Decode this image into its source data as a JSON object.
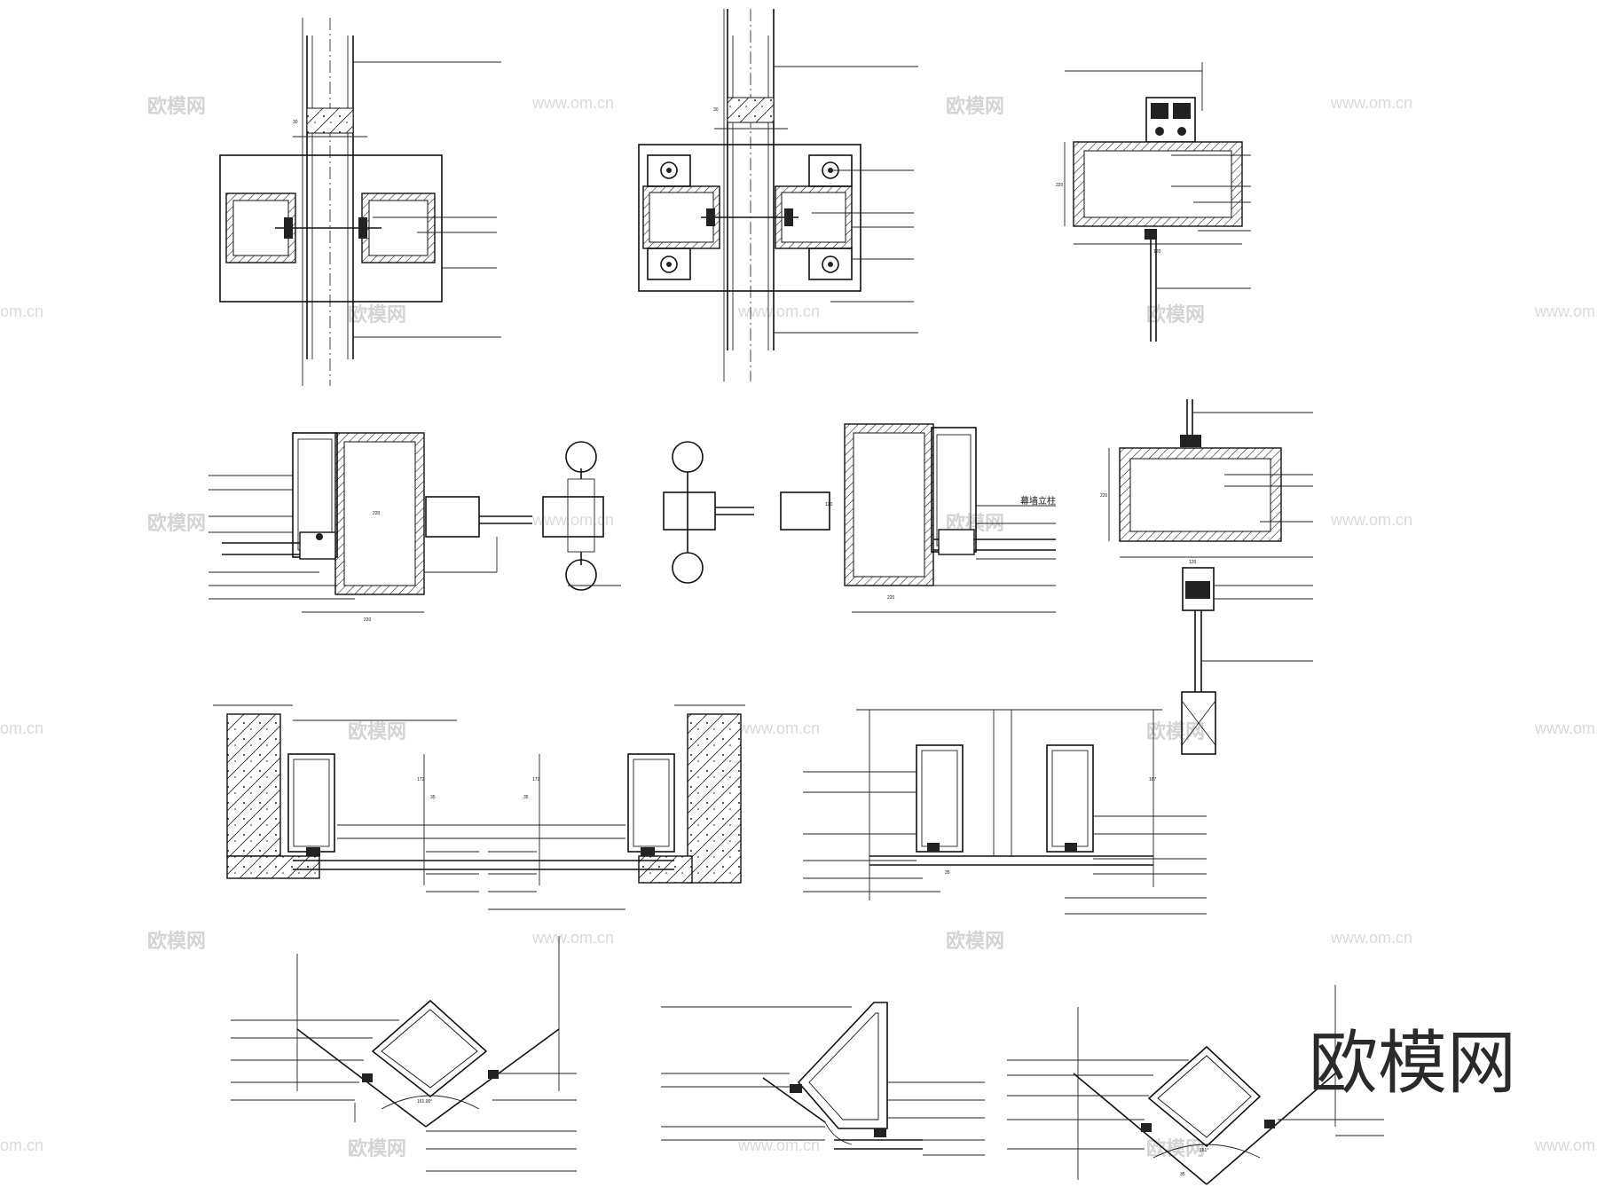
{
  "watermark": {
    "brand": "欧模网",
    "url": "www.om.cn",
    "url_edge": "om.cn",
    "corner_logo": "欧模网"
  },
  "drawing": {
    "note_column": "幕墙立柱",
    "dimensions": {
      "d1": "30",
      "d2": "30",
      "d3": "220",
      "d4": "120",
      "d5": "220",
      "d6": "220",
      "d7": "120",
      "d8": "220",
      "d9": "220",
      "d10": "120",
      "d11": "35",
      "d12": "35",
      "d13": "172",
      "d14": "172",
      "d15": "187",
      "d16": "35",
      "d17": "161.00°",
      "d18": "161°",
      "d19": "35"
    }
  }
}
